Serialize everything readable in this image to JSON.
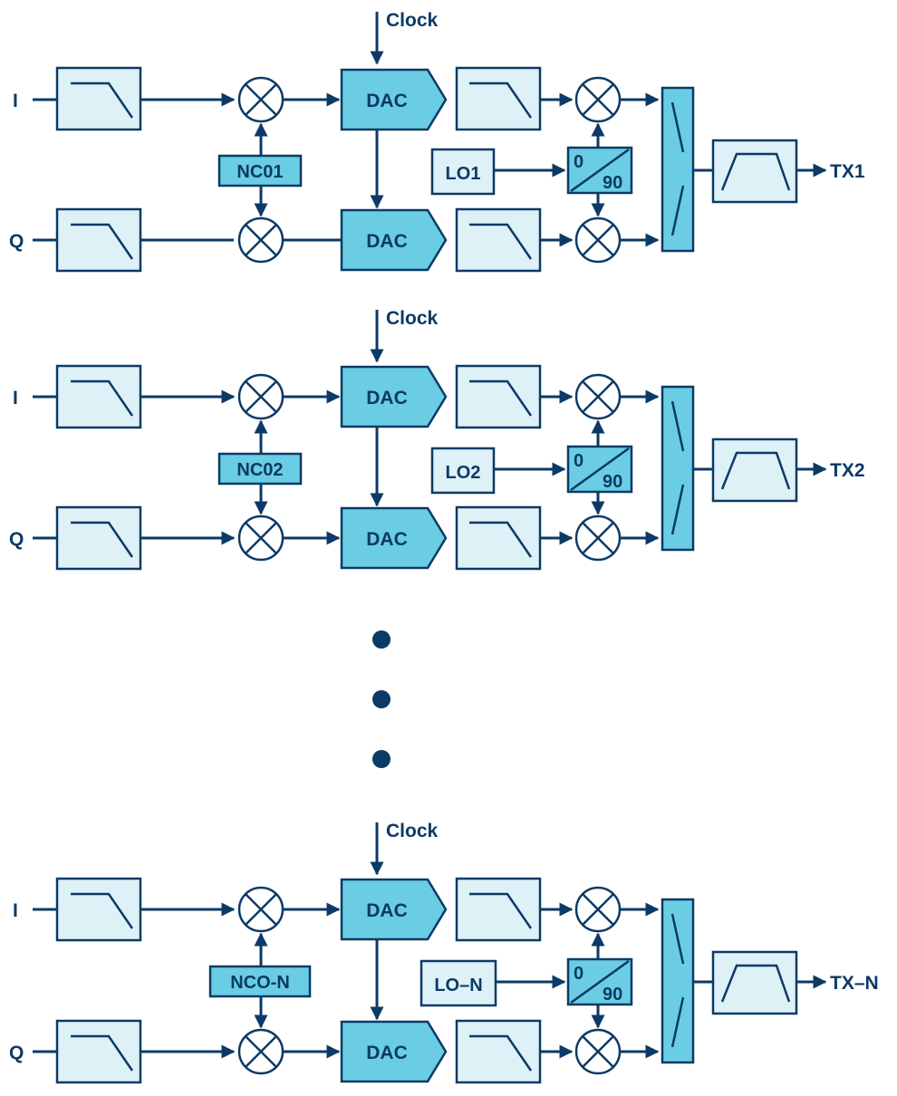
{
  "chains": [
    {
      "clock": "Clock",
      "i": "I",
      "q": "Q",
      "dac_i": "DAC",
      "dac_q": "DAC",
      "nco": "NC01",
      "lo": "LO1",
      "ph0": "0",
      "ph90": "90",
      "out": "TX1"
    },
    {
      "clock": "Clock",
      "i": "I",
      "q": "Q",
      "dac_i": "DAC",
      "dac_q": "DAC",
      "nco": "NC02",
      "lo": "LO2",
      "ph0": "0",
      "ph90": "90",
      "out": "TX2"
    },
    {
      "clock": "Clock",
      "i": "I",
      "q": "Q",
      "dac_i": "DAC",
      "dac_q": "DAC",
      "nco": "NCO-N",
      "lo": "LO–N",
      "ph0": "0",
      "ph90": "90",
      "out": "TX–N"
    }
  ],
  "colors": {
    "line": "#0b3a66",
    "block_fill": "#6acde3",
    "filter_fill": "#def1f7"
  },
  "icons": [
    "lowpass-filter-icon",
    "mixer-icon",
    "dac-icon",
    "phase-shifter-icon",
    "combiner-icon",
    "bandpass-filter-icon",
    "ellipsis-dot-icon"
  ]
}
